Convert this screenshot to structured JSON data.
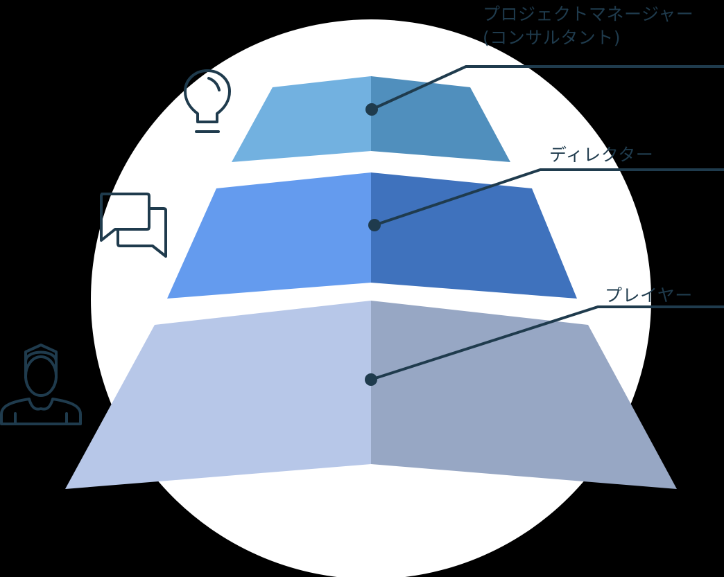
{
  "diagram": {
    "type": "pyramid",
    "background_circle_color": "#ffffff",
    "line_color": "#1f3b4d",
    "tiers": [
      {
        "label_line1": "プロジェクトマネージャー",
        "label_line2": "(コンサルタント)",
        "icon": "lightbulb-icon",
        "color_left": "#72b1e0",
        "color_right": "#508fbd"
      },
      {
        "label_line1": "ディレクター",
        "icon": "chat-bubbles-icon",
        "color_left": "#649bee",
        "color_right": "#3f72bd"
      },
      {
        "label_line1": "プレイヤー",
        "icon": "person-icon",
        "color_left": "#b7c7e8",
        "color_right": "#97a7c4"
      }
    ]
  }
}
